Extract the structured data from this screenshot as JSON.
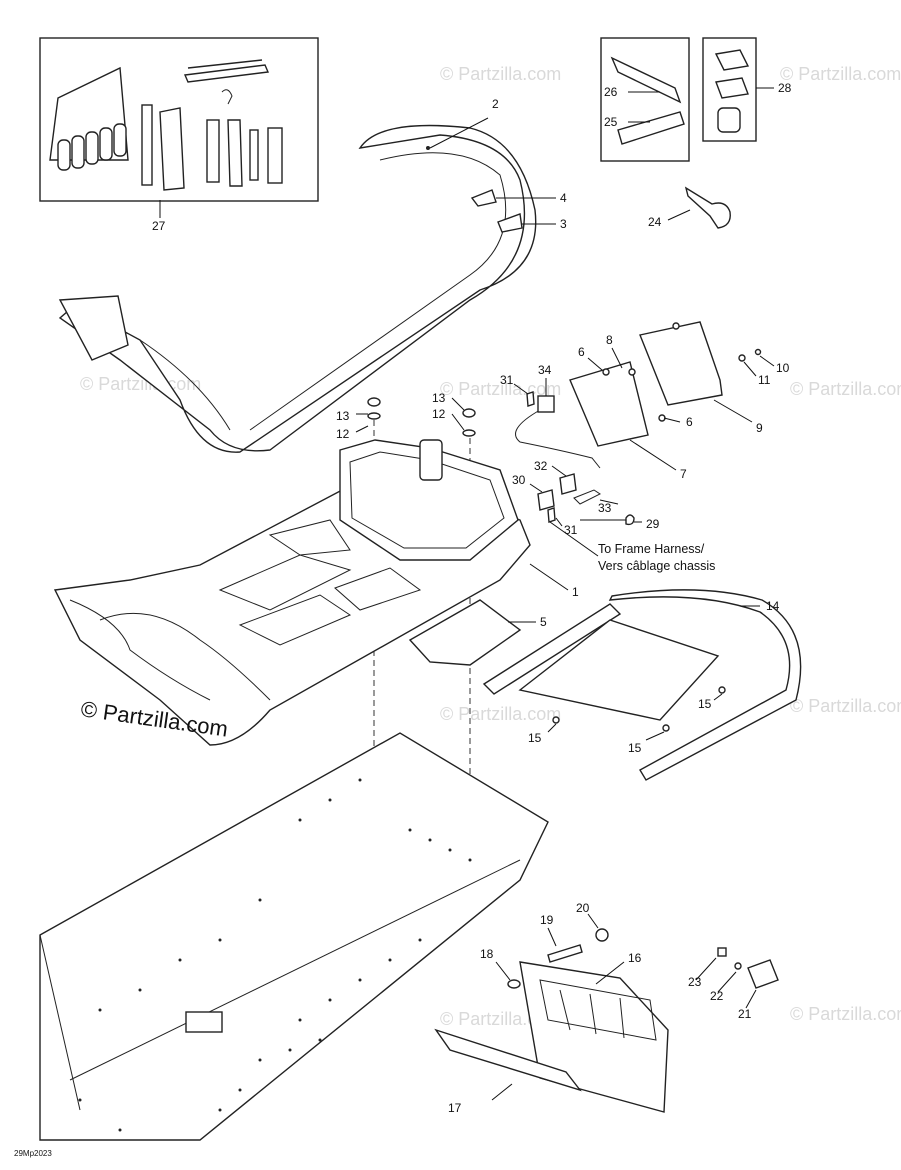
{
  "watermark": "© Partzilla.com",
  "watermark_main": "© Partzilla.com",
  "diagram_code": "29Mp2023",
  "note_lines": [
    "To Frame Harness/",
    "Vers câblage chassis"
  ],
  "callouts": {
    "c1": "1",
    "c2": "2",
    "c3": "3",
    "c4": "4",
    "c5": "5",
    "c6a": "6",
    "c6b": "6",
    "c7": "7",
    "c8": "8",
    "c9": "9",
    "c10": "10",
    "c11": "11",
    "c12a": "12",
    "c12b": "12",
    "c13a": "13",
    "c13b": "13",
    "c14": "14",
    "c15a": "15",
    "c15b": "15",
    "c15c": "15",
    "c16": "16",
    "c17": "17",
    "c18": "18",
    "c19": "19",
    "c20": "20",
    "c21": "21",
    "c22": "22",
    "c23": "23",
    "c24": "24",
    "c25": "25",
    "c26": "26",
    "c27": "27",
    "c28": "28",
    "c29": "29",
    "c30": "30",
    "c31a": "31",
    "c31b": "31",
    "c32": "32",
    "c33": "33",
    "c34": "34"
  }
}
